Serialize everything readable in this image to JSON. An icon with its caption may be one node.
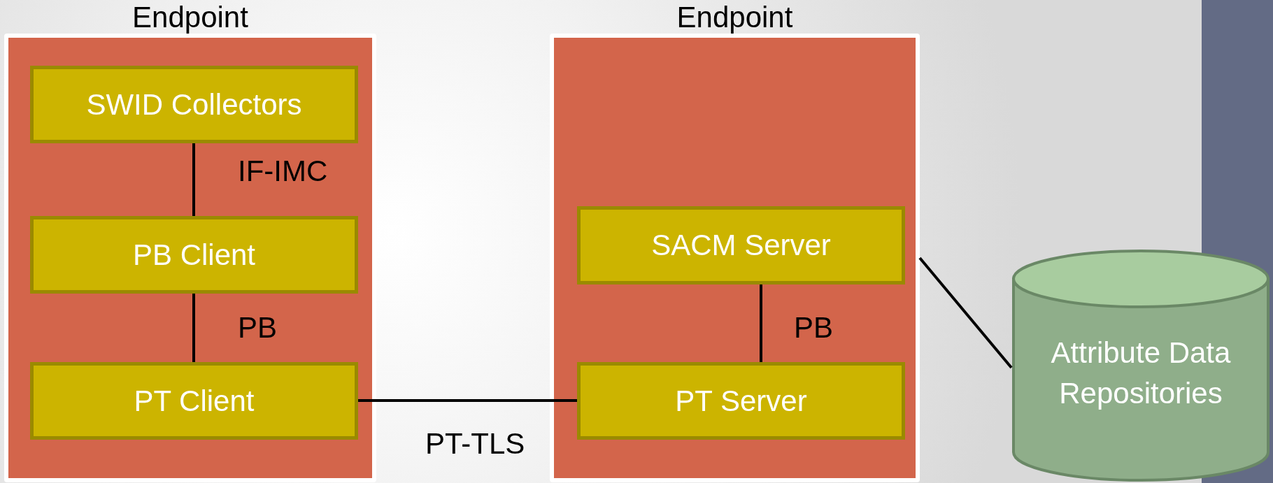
{
  "diagram": {
    "nodes": [
      {
        "text": [
          "Endpoint"
        ]
      },
      {
        "text": [
          "SWID Collectors"
        ],
        "in": 0
      },
      {
        "text": [
          "PB Client"
        ],
        "in": 0
      },
      {
        "text": [
          "PT Client"
        ],
        "in": 0
      },
      {
        "text": [
          "Endpoint"
        ]
      },
      {
        "text": [
          "SACM Server"
        ],
        "in": 4
      },
      {
        "text": [
          "PT Server"
        ],
        "in": 4
      },
      {
        "text": [
          "Attribute Data Repositories"
        ]
      }
    ],
    "edges": [
      {
        "from": 1,
        "to": 2,
        "arrow": "none",
        "label": "IF-IMC"
      },
      {
        "from": 2,
        "to": 3,
        "arrow": "none",
        "label": "PB"
      },
      {
        "from": 3,
        "to": 6,
        "arrow": "none",
        "label": "PT-TLS"
      },
      {
        "from": 5,
        "to": 6,
        "arrow": "none",
        "label": "PB"
      },
      {
        "from": 4,
        "to": 7,
        "arrow": "none"
      }
    ]
  }
}
